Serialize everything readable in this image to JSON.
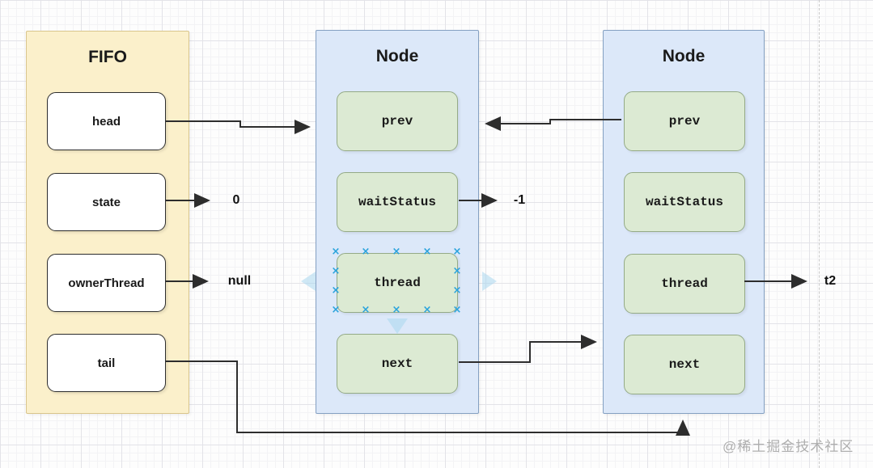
{
  "diagram": {
    "fifo": {
      "title": "FIFO",
      "items": [
        {
          "label": "head"
        },
        {
          "label": "state"
        },
        {
          "label": "ownerThread"
        },
        {
          "label": "tail"
        }
      ]
    },
    "node1": {
      "title": "Node",
      "items": [
        {
          "label": "prev"
        },
        {
          "label": "waitStatus"
        },
        {
          "label": "thread"
        },
        {
          "label": "next"
        }
      ]
    },
    "node2": {
      "title": "Node",
      "items": [
        {
          "label": "prev"
        },
        {
          "label": "waitStatus"
        },
        {
          "label": "thread"
        },
        {
          "label": "next"
        }
      ]
    },
    "labels": {
      "state_value": "0",
      "owner_thread_value": "null",
      "wait_status_value": "-1",
      "thread_value": "t2"
    },
    "colors": {
      "fifo_fill": "#fbf0cb",
      "fifo_border": "#d9c58c",
      "node_fill": "#dce8f9",
      "node_border": "#84a0c2",
      "cell_fill": "#dcead3",
      "cell_border": "#94aa86",
      "arrow": "#2d2d2d",
      "selection": "#2aa3dc"
    }
  },
  "watermark": "@稀土掘金技术社区"
}
